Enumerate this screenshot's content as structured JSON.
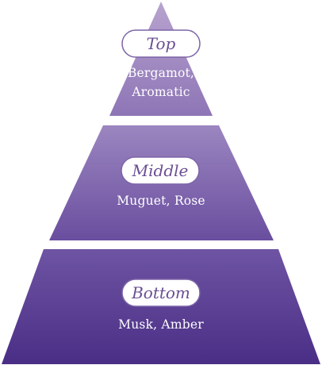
{
  "tiers": [
    {
      "id": "top",
      "label": "Top",
      "notes": [
        "Bergamot,",
        "Aromatic"
      ]
    },
    {
      "id": "middle",
      "label": "Middle",
      "notes": [
        "Muguet, Rose"
      ]
    },
    {
      "id": "bottom",
      "label": "Bottom",
      "notes": [
        "Musk, Amber"
      ]
    }
  ],
  "colors": {
    "top_start": "#b7a3cf",
    "top_end": "#8e75b6",
    "middle_start": "#9b86c0",
    "middle_end": "#6a4e9f",
    "bottom_start": "#6e54a3",
    "bottom_end": "#4a2e86",
    "pill_fill": "#ffffff",
    "pill_stroke": "#7d64a8"
  }
}
